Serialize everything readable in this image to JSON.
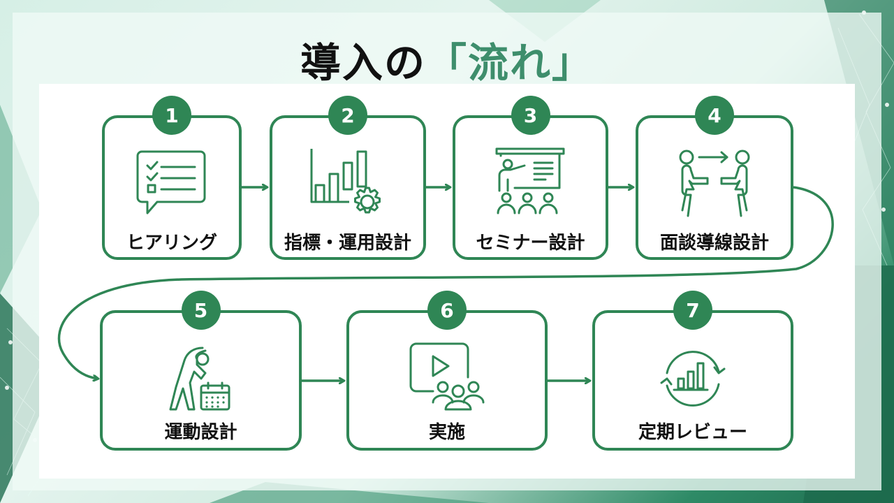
{
  "title": {
    "main": "導入の",
    "accent": "「流れ」"
  },
  "colors": {
    "accent": "#2f8655",
    "title_accent": "#3e8e6c",
    "text": "#111111"
  },
  "steps": [
    {
      "number": "1",
      "label": "ヒアリング",
      "icon": "checklist-speech-bubble-icon"
    },
    {
      "number": "2",
      "label": "指標・運用設計",
      "icon": "bar-chart-gear-icon"
    },
    {
      "number": "3",
      "label": "セミナー設計",
      "icon": "presenter-audience-icon"
    },
    {
      "number": "4",
      "label": "面談導線設計",
      "icon": "meeting-people-icon"
    },
    {
      "number": "5",
      "label": "運動設計",
      "icon": "stretching-calendar-icon"
    },
    {
      "number": "6",
      "label": "実施",
      "icon": "video-audience-icon"
    },
    {
      "number": "7",
      "label": "定期レビュー",
      "icon": "review-cycle-chart-icon"
    }
  ]
}
